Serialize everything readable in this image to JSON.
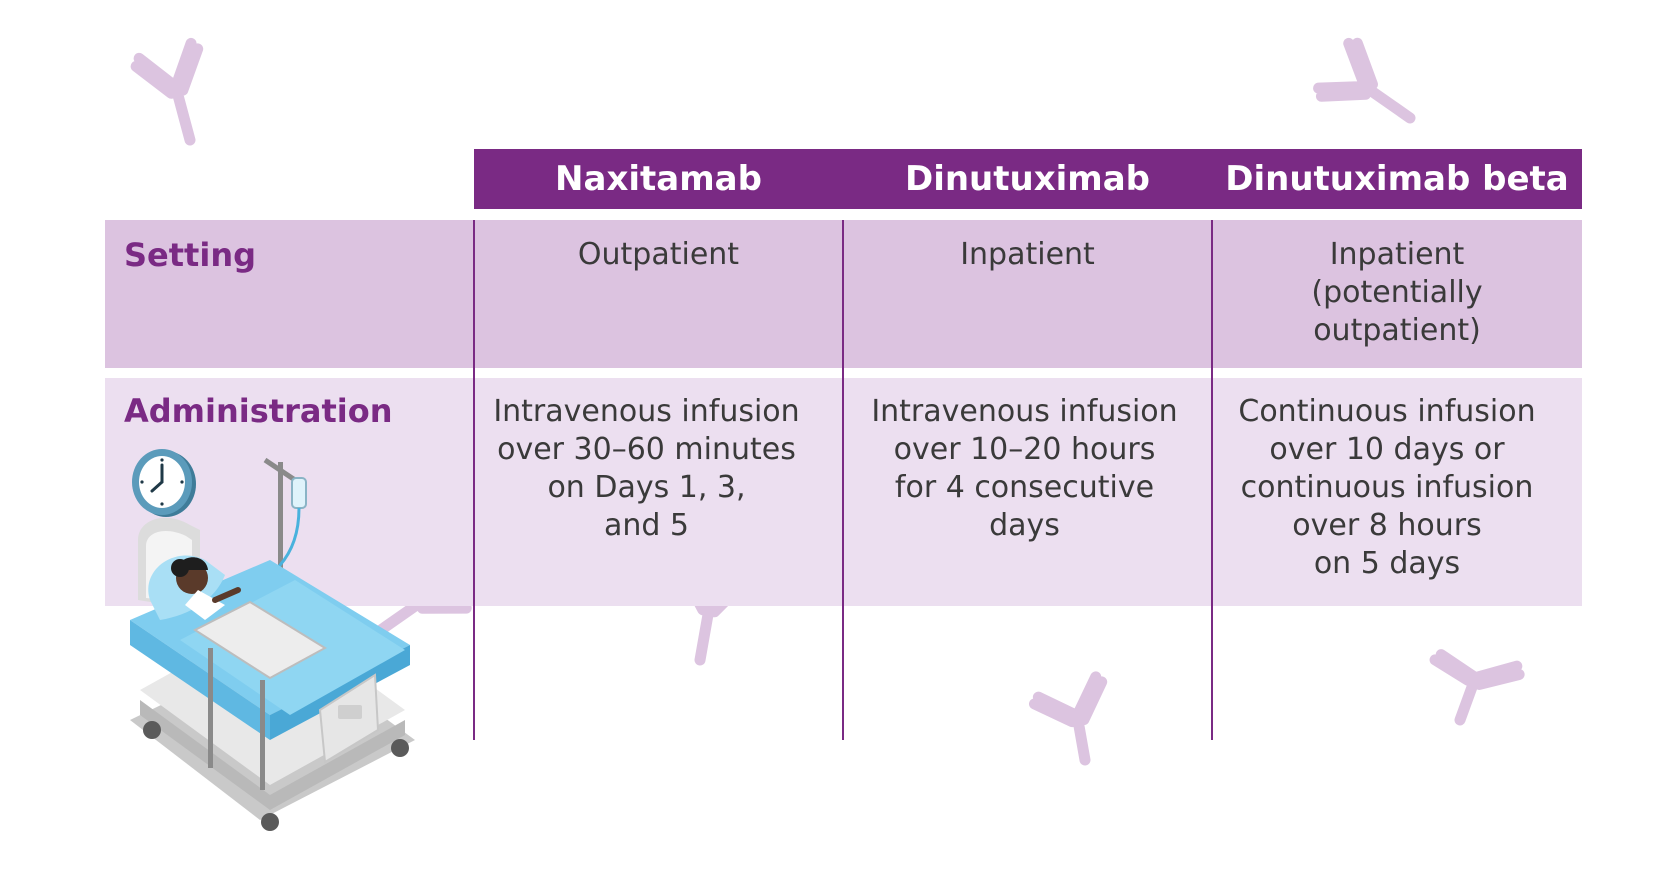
{
  "table": {
    "columns": [
      "Naxitamab",
      "Dinutuximab",
      "Dinutuximab beta"
    ],
    "rows": [
      {
        "label": "Setting",
        "cells": [
          [
            "Outpatient"
          ],
          [
            "Inpatient"
          ],
          [
            "Inpatient",
            "(potentially",
            "outpatient)"
          ]
        ]
      },
      {
        "label": "Administration",
        "cells": [
          [
            "Intravenous infusion",
            "over 30–60 minutes",
            "on Days 1, 3,",
            "and 5"
          ],
          [
            "Intravenous infusion",
            "over 10–20 hours",
            "for 4 consecutive",
            "days"
          ],
          [
            "Continuous infusion",
            "over 10 days or",
            "continuous infusion",
            "over 8 hours",
            "on 5 days"
          ]
        ]
      }
    ]
  },
  "icons": {
    "clock": "clock-icon",
    "patient": "hospital-bed-illustration",
    "antibody": "antibody-icon"
  },
  "colors": {
    "header": "#7a2a84",
    "label": "#7a2a84",
    "setting_band": "#dcc3e0",
    "admin_band": "#ecdff0",
    "antibody": "#dcc3e0"
  }
}
